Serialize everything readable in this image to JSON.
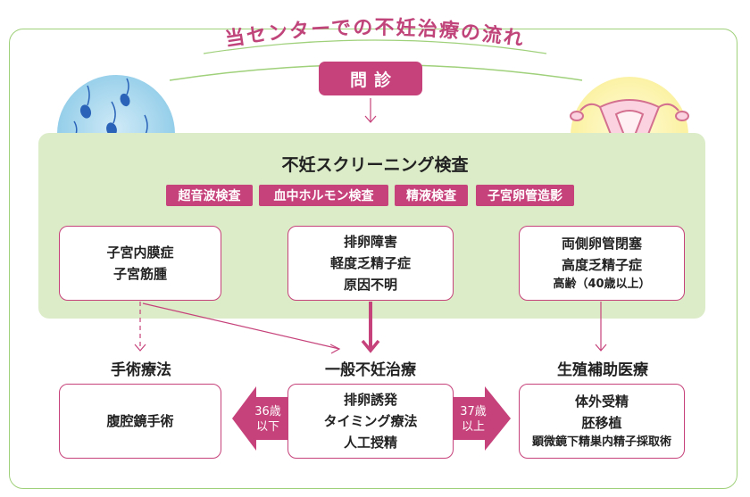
{
  "title": "当センターでの不妊治療の流れ",
  "monshin": "問診",
  "screening": {
    "title": "不妊スクリーニング検査",
    "tags": [
      "超音波検査",
      "血中ホルモン検査",
      "精液検査",
      "子宮卵管造影"
    ]
  },
  "diagnoses": {
    "left": [
      "子宮内膜症",
      "子宮筋腫"
    ],
    "center": [
      "排卵障害",
      "軽度乏精子症",
      "原因不明"
    ],
    "right": [
      "両側卵管閉塞",
      "高度乏精子症",
      "高齢（40歳以上）"
    ]
  },
  "treatments": {
    "surgery": {
      "label": "手術療法",
      "items": [
        "腹腔鏡手術"
      ]
    },
    "general": {
      "label": "一般不妊治療",
      "items": [
        "排卵誘発",
        "タイミング療法",
        "人工授精"
      ]
    },
    "art": {
      "label": "生殖補助医療",
      "items": [
        "体外受精",
        "胚移植",
        "顕微鏡下精巣内精子採取術"
      ]
    }
  },
  "arrows": {
    "left": [
      "36歳",
      "以下"
    ],
    "right": [
      "37歳",
      "以上"
    ]
  },
  "colors": {
    "accent": "#c6427a",
    "panel": "#dcecc9",
    "frame": "#9fd07a"
  }
}
